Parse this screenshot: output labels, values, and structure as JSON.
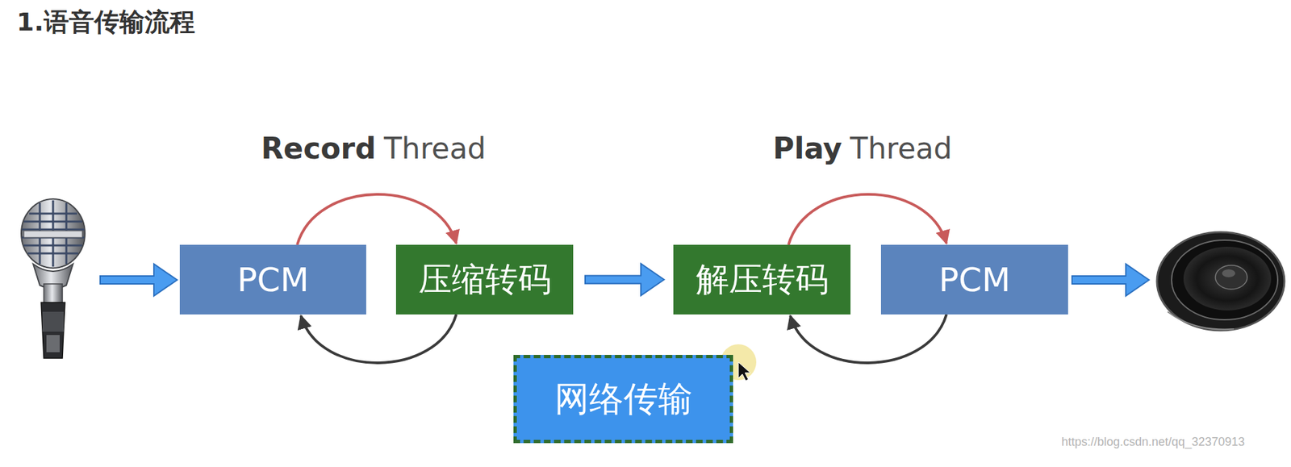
{
  "diagram": {
    "title": "1.语音传输流程",
    "nodes": [
      {
        "text": [
          "PCM"
        ]
      },
      {
        "text": [
          "压缩转码"
        ]
      },
      {
        "text": [
          "解压转码"
        ]
      },
      {
        "text": [
          "PCM"
        ]
      },
      {
        "text": [
          "网络传输"
        ]
      }
    ],
    "edges": [
      {
        "from": 0,
        "to": 1,
        "arrow": "to"
      },
      {
        "from": 1,
        "to": 0,
        "arrow": "to"
      },
      {
        "from": 1,
        "to": 2,
        "arrow": "to"
      },
      {
        "from": 2,
        "to": 3,
        "arrow": "to"
      },
      {
        "from": 3,
        "to": 2,
        "arrow": "to"
      }
    ],
    "labels": [
      "Record",
      "Thread",
      "Play",
      "Thread",
      "https://blog.csdn.net/qq_32370913"
    ]
  }
}
